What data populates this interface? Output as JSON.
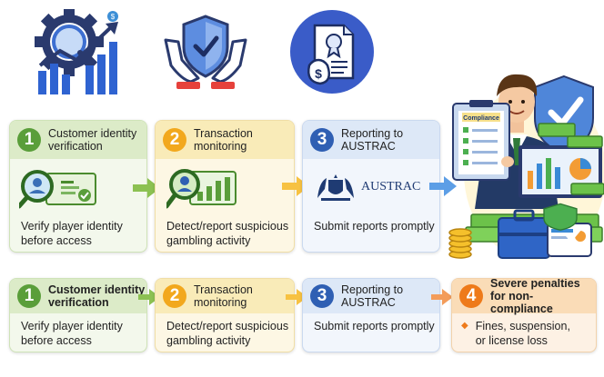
{
  "top_icons": [
    "analytics-search-icon",
    "protected-shield-hands-icon",
    "compliance-document-icon"
  ],
  "row1": [
    {
      "num": "1",
      "title": "Customer identity verification",
      "desc": [
        "Verify player identity",
        "before access"
      ],
      "color": "#5a9e3a"
    },
    {
      "num": "2",
      "title": "Transaction monitoring",
      "desc": [
        "Detect/report suspicious",
        "gambling activity"
      ],
      "color": "#f2a81d"
    },
    {
      "num": "3",
      "title": "Reporting to AUSTRAC",
      "desc": [
        "Submit reports promptly"
      ],
      "color": "#2f5fb3",
      "logo": "AUSTRAC"
    }
  ],
  "row2": [
    {
      "num": "1",
      "title": "Customer identity verification",
      "desc": [
        "Verify player identity",
        "before access"
      ],
      "color": "#5a9e3a"
    },
    {
      "num": "2",
      "title": "Transaction monitoring",
      "desc": [
        "Detect/report suspicious",
        "gambling activity"
      ],
      "color": "#f2a81d"
    },
    {
      "num": "3",
      "title": "Reporting to AUSTRAC",
      "desc": [
        "Submit reports promptly"
      ],
      "color": "#2f5fb3"
    },
    {
      "num": "4",
      "title": "Severe penalties for non-compliance",
      "desc": [
        "Fines, suspension,",
        "or license loss"
      ],
      "color": "#ee7a1a"
    }
  ],
  "illustration": {
    "clipboard_label": "Compliance"
  },
  "colors": {
    "green": "#5a9e3a",
    "yellow": "#f2a81d",
    "blue": "#2f5fb3",
    "orange": "#ee7a1a",
    "navy": "#1f3b73"
  }
}
